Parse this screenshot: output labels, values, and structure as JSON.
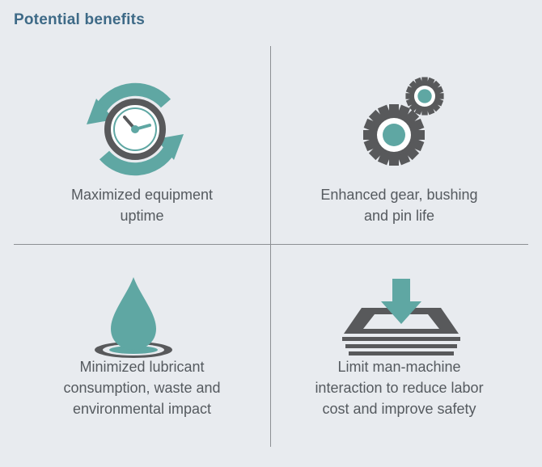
{
  "header": {
    "title": "Potential benefits"
  },
  "benefits": [
    {
      "icon": "clock-cycle-icon",
      "label": "Maximized equipment\nuptime"
    },
    {
      "icon": "gears-icon",
      "label": "Enhanced gear, bushing\nand pin life"
    },
    {
      "icon": "oil-drop-icon",
      "label": "Minimized lubricant\nconsumption, waste and\nenvironmental impact"
    },
    {
      "icon": "download-tray-icon",
      "label": "Limit man-machine\ninteraction to reduce labor\ncost and improve safety"
    }
  ],
  "colors": {
    "teal": "#5fa7a3",
    "dark": "#58595b",
    "title": "#3e6a87",
    "background": "#e8ebef"
  }
}
